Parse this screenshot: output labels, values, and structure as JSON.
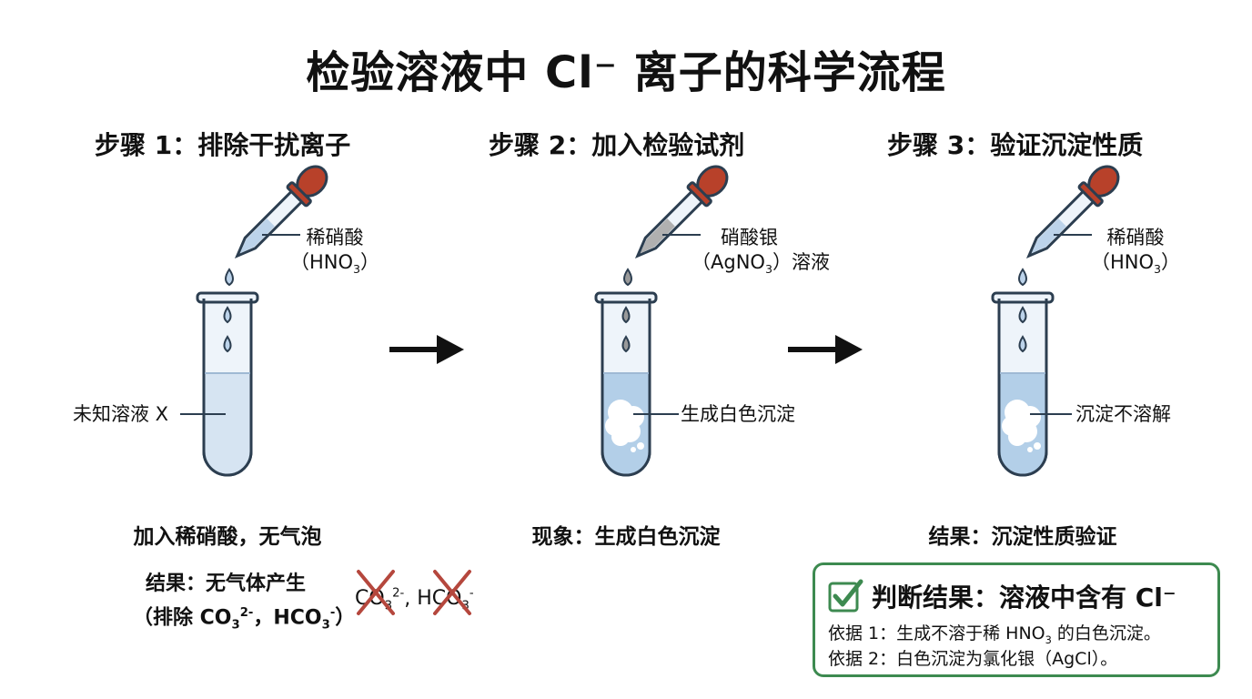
{
  "title": "检验溶液中 Cl⁻ 离子的科学流程",
  "colors": {
    "tube_liquid": "#bcd3ea",
    "tube_glass": "#eef4fa",
    "dropper_bulb": "#b8412a",
    "precipitate": "#ffffff",
    "cross_mark": "#b5473d",
    "check_green": "#3d8a50",
    "arrow": "#111111"
  },
  "steps": [
    {
      "title": "步骤 1：排除干扰离子",
      "reagent": {
        "line1": "稀硝酸",
        "line2_a": "（HNO",
        "line2_sub": "3",
        "line2_b": "）"
      },
      "tube_label": "未知溶液 X",
      "caption": "加入稀硝酸，无气泡",
      "result": {
        "line1": "结果：无气体产生",
        "line2_a": "（排除 CO",
        "line2_sub1": "3",
        "line2_sup1": "2-",
        "line2_b": "，HCO",
        "line2_sub2": "3",
        "line2_sup2": "-",
        "line2_c": "）"
      },
      "excluded": {
        "ion1_base": "CO",
        "ion1_sub": "3",
        "ion1_sup": "2-",
        "sep": ", ",
        "ion2_base": "HCO",
        "ion2_sub": "3",
        "ion2_sup": "-"
      }
    },
    {
      "title": "步骤 2：加入检验试剂",
      "reagent": {
        "line1": "硝酸银",
        "line2_a": "（AgNO",
        "line2_sub": "3",
        "line2_b": "）溶液"
      },
      "tube_label": "生成白色沉淀",
      "caption": "现象：生成白色沉淀"
    },
    {
      "title": "步骤 3：验证沉淀性质",
      "reagent": {
        "line1": "稀硝酸",
        "line2_a": "（HNO",
        "line2_sub": "3",
        "line2_b": "）"
      },
      "tube_label": "沉淀不溶解",
      "caption": "结果：沉淀性质验证"
    }
  ],
  "conclusion": {
    "title": "判断结果：溶液中含有 Cl⁻",
    "basis1_a": "依据 1：生成不溶于稀 HNO",
    "basis1_sub": "3",
    "basis1_b": " 的白色沉淀。",
    "basis2": "依据 2：白色沉淀为氯化银（AgCl）。"
  }
}
